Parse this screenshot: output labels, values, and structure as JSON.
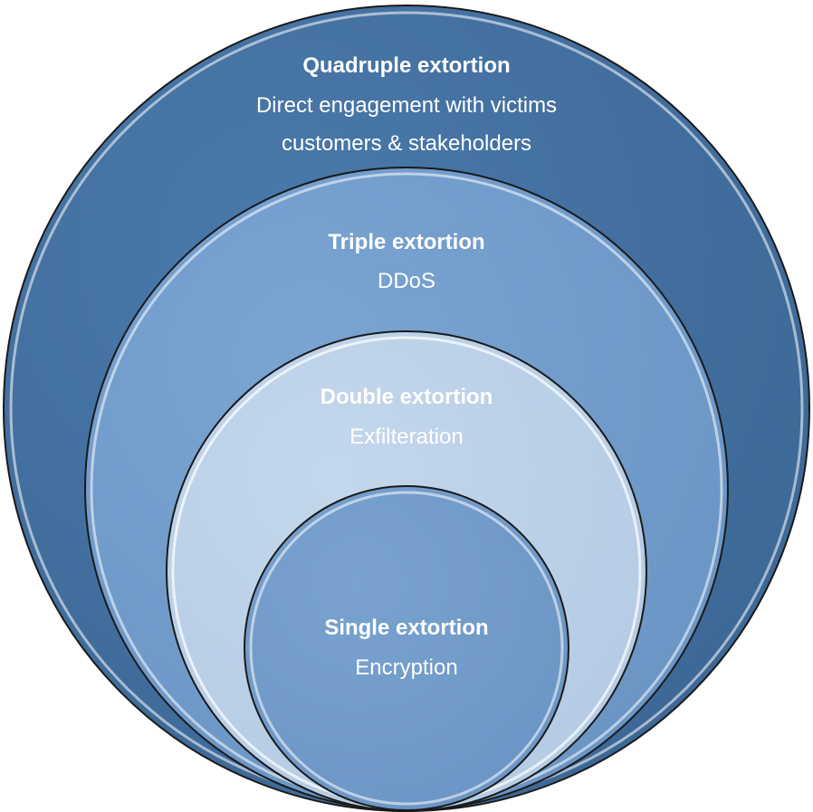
{
  "colors": {
    "ring_quadruple": "#416f9f",
    "ring_triple": "#719ccb",
    "ring_double": "#bad0e8",
    "ring_single": "#719ccb",
    "outline": "#1a1a1a",
    "text": "#ffffff"
  },
  "rings": {
    "quadruple": {
      "title": "Quadruple extortion",
      "line1": "Direct engagement with victims",
      "line2": "customers & stakeholders"
    },
    "triple": {
      "title": "Triple extortion",
      "line1": "DDoS"
    },
    "double": {
      "title": "Double extortion",
      "line1": "Exfilteration"
    },
    "single": {
      "title": "Single extortion",
      "line1": "Encryption"
    }
  }
}
